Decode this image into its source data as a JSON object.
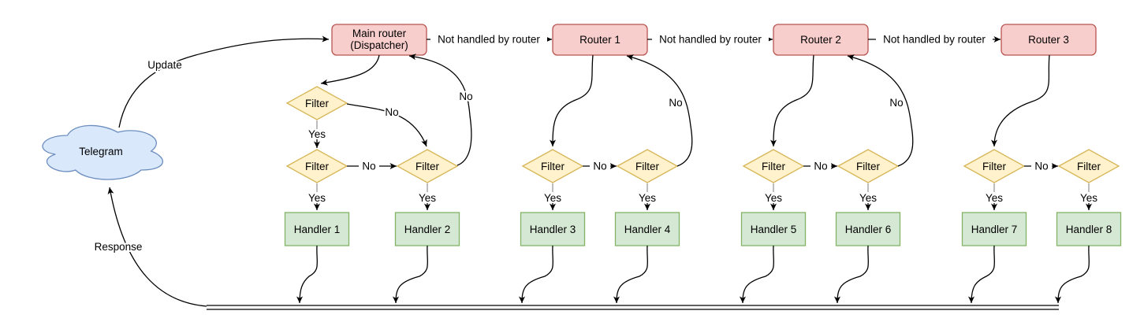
{
  "diagram": {
    "cloud": {
      "label": "Telegram"
    },
    "dispatcher": {
      "line1": "Main router",
      "line2": "(Dispatcher)"
    },
    "routers": [
      "Router 1",
      "Router 2",
      "Router 3"
    ],
    "filter_label": "Filter",
    "handlers": [
      "Handler 1",
      "Handler 2",
      "Handler 3",
      "Handler 4",
      "Handler 5",
      "Handler 6",
      "Handler 7",
      "Handler 8"
    ],
    "edge_labels": {
      "update": "Update",
      "response": "Response",
      "not_handled": "Not handled by router",
      "yes": "Yes",
      "no": "No"
    },
    "colors": {
      "cloud_fill": "#dae8fc",
      "cloud_stroke": "#6c8ebf",
      "router_fill": "#f8cecc",
      "router_stroke": "#b85450",
      "filter_fill": "#fff2cc",
      "filter_stroke": "#d6b656",
      "handler_fill": "#d5e8d4",
      "handler_stroke": "#82b366",
      "edge": "#000000",
      "edge_stub": "#999999",
      "background": "#ffffff"
    }
  }
}
